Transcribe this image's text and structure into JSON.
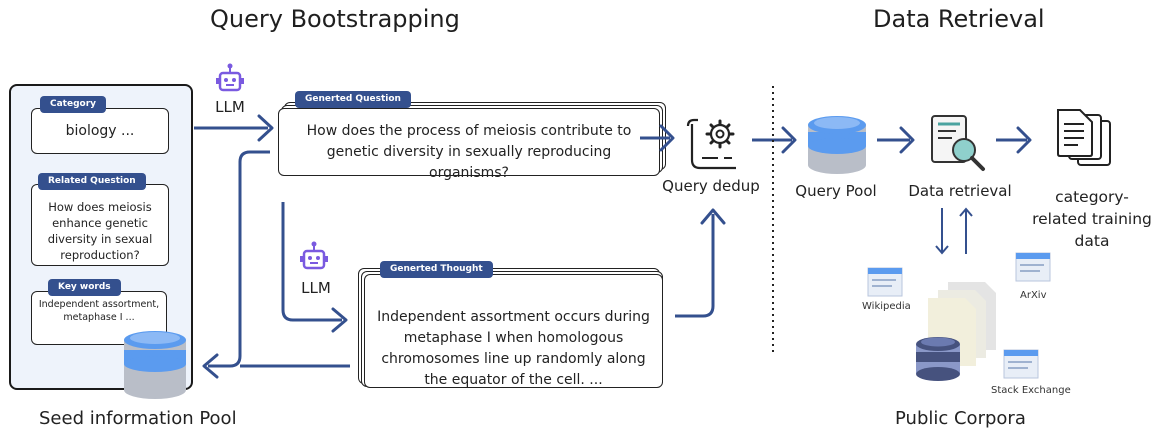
{
  "titles": {
    "query_bootstrapping": "Query Bootstrapping",
    "data_retrieval": "Data Retrieval",
    "seed_pool": "Seed information Pool",
    "public_corpora": "Public Corpora"
  },
  "seed": {
    "category_tag": "Category",
    "category_value": "biology ...",
    "related_tag": "Related Question",
    "related_value": "How does meiosis enhance genetic diversity in sexual reproduction?",
    "keywords_tag": "Key words",
    "keywords_value": "Independent assortment, metaphase I ..."
  },
  "llm_top": "LLM",
  "llm_bottom": "LLM",
  "question": {
    "tag": "Generted Question",
    "text": "How does the process of meiosis contribute to genetic diversity in sexually reproducing organisms?"
  },
  "thought": {
    "tag": "Generted Thought",
    "text": "Independent assortment occurs during metaphase I when homologous chromosomes line up randomly along the equator of the cell. ..."
  },
  "query_dedup": "Query dedup",
  "query_pool": "Query Pool",
  "data_retrieval_label": "Data retrieval",
  "output_label": "category-related training data",
  "corpora": {
    "wikipedia": "Wikipedia",
    "arxiv": "ArXiv",
    "stack_exchange": "Stack Exchange"
  },
  "colors": {
    "arrow": "#34508e",
    "accent_blue": "#5b9bef",
    "pale": "#eef3fb"
  }
}
